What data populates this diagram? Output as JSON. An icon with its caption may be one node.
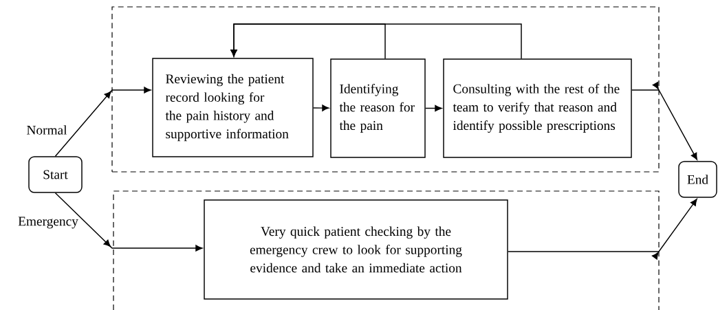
{
  "diagram": {
    "nodes": [
      {
        "text": [],
        "shape": "box"
      },
      {
        "text": [
          "Reviewing the patient record looking for the pain history and supportive information"
        ],
        "in": 0
      },
      {
        "text": [
          "Identifying the reason for the pain"
        ],
        "in": 0
      },
      {
        "text": [
          "Consulting with the rest of the team to verify that reason and identify possible prescriptions"
        ],
        "in": 0
      },
      {
        "text": [],
        "shape": "box"
      },
      {
        "text": [
          "Very quick patient checking by the emergency crew to look for supporting evidence and take an immediate action"
        ],
        "in": 4
      },
      {
        "text": [
          "Start"
        ]
      },
      {
        "text": [
          "End"
        ]
      }
    ],
    "edges": [
      {
        "from": 6,
        "to": 1,
        "arrow": "to",
        "label": "Normal"
      },
      {
        "from": 1,
        "to": 2,
        "arrow": "to"
      },
      {
        "from": 2,
        "to": 3,
        "arrow": "to"
      },
      {
        "from": 2,
        "to": 1,
        "arrow": "to"
      },
      {
        "from": 3,
        "to": 1,
        "arrow": "to"
      },
      {
        "from": 3,
        "to": 7,
        "arrow": "to"
      },
      {
        "from": 6,
        "to": 5,
        "arrow": "to",
        "label": "Emergency"
      },
      {
        "from": 5,
        "to": 7,
        "arrow": "to"
      }
    ]
  }
}
